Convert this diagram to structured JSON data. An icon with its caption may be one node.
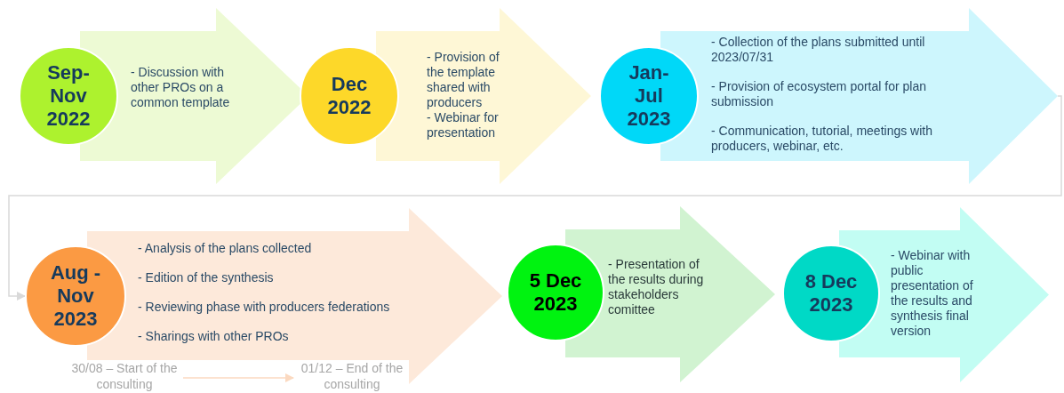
{
  "diagram": {
    "nodes": [
      {
        "text": [
          "Sep- Nov 2022"
        ]
      },
      {
        "text": [
          "- Discussion with other PROs on a common template"
        ]
      },
      {
        "text": [
          "Dec 2022"
        ]
      },
      {
        "text": [
          "- Provision of the template shared with producers",
          "- Webinar for presentation"
        ]
      },
      {
        "text": [
          "Jan- Jul 2023"
        ]
      },
      {
        "text": [
          "- Collection of the plans submitted until 2023/07/31",
          "- Provision of ecosystem portal for plan submission",
          "- Communication, tutorial, meetings with producers, webinar, etc."
        ]
      },
      {
        "text": [
          "Aug - Nov 2023"
        ]
      },
      {
        "text": [
          "- Analysis of the plans collected",
          "- Edition of the synthesis",
          "- Reviewing phase with producers federations",
          "- Sharings with other PROs"
        ]
      },
      {
        "text": [
          "30/08 – Start of the consulting"
        ]
      },
      {
        "text": [
          "01/12 – End of the consulting"
        ]
      },
      {
        "text": [
          "5 Dec 2023"
        ]
      },
      {
        "text": [
          "- Presentation of the results during stakeholders comittee"
        ]
      },
      {
        "text": [
          "8 Dec 2023"
        ]
      },
      {
        "text": [
          "- Webinar with public presentation of the results and synthesis final version"
        ]
      }
    ],
    "edges": [
      {
        "from": 5,
        "to": 6,
        "arrow": "to",
        "color": "#d9d9d9"
      },
      {
        "from": 8,
        "to": 9,
        "arrow": "to",
        "color": "#fbd9c0"
      }
    ]
  }
}
